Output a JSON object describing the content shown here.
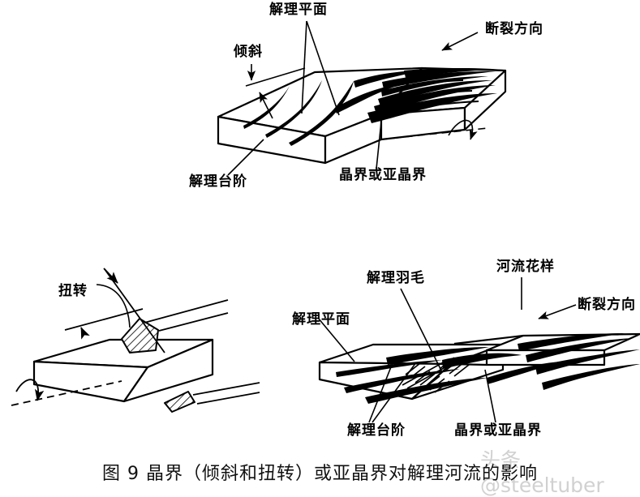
{
  "figure": {
    "caption": "图 9 晶界（倾斜和扭转）或亚晶界对解理河流的影响",
    "watermark": "头条 @steeltuber",
    "colors": {
      "ink": "#000000",
      "paper": "#ffffff",
      "watermark": "#c9c9c9"
    }
  },
  "panels": {
    "top": {
      "name": "tilt-boundary-panel",
      "labels": {
        "cleavage_plane": "解理平面",
        "tilt": "倾斜",
        "fracture_direction": "断裂方向",
        "cleavage_step": "解理台阶",
        "grain_boundary": "晶界或亚晶界"
      }
    },
    "bottom_left": {
      "name": "twist-boundary-panel",
      "labels": {
        "twist": "扭转"
      }
    },
    "bottom_right": {
      "name": "river-pattern-panel",
      "labels": {
        "cleavage_feather": "解理羽毛",
        "river_pattern": "河流花样",
        "fracture_direction": "断裂方向",
        "cleavage_plane": "解理平面",
        "cleavage_step": "解理台阶",
        "grain_boundary": "晶界或亚晶界"
      }
    }
  }
}
